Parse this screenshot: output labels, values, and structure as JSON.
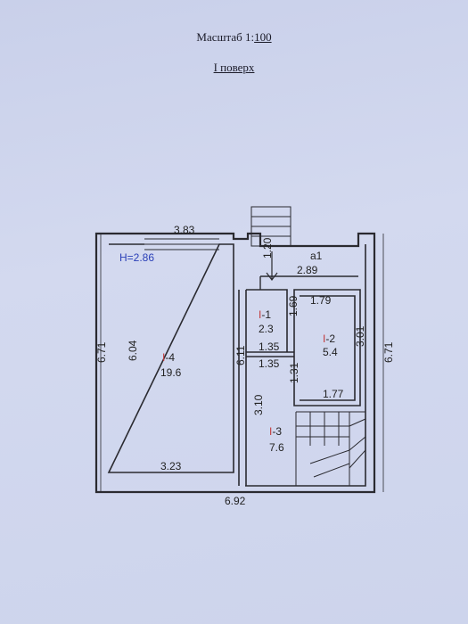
{
  "header": {
    "scale_prefix": "Масштаб 1:",
    "scale_value": "100",
    "floor_label": "I поверх"
  },
  "plan": {
    "height_label": "H=2.86",
    "dims": {
      "top_width": "3.83",
      "bottom_width": "6.92",
      "left_outer": "6.71",
      "right_outer": "6.71",
      "left_inner": "6.04",
      "room4_bottom": "3.23",
      "partition": "6.11",
      "porch_depth": "1.20",
      "porch_width": "2.89",
      "room1_height": "1.69",
      "room1_w_top": "1.35",
      "room1_w_bottom": "1.35",
      "room2_top": "1.79",
      "room2_bottom": "1.77",
      "room2_height": "3.01",
      "room3_height": "3.10",
      "corridor": "1.31"
    },
    "rooms": [
      {
        "prefix": "I",
        "num": "-4",
        "area": "19.6"
      },
      {
        "prefix": "I",
        "num": "-1",
        "area": "2.3"
      },
      {
        "prefix": "I",
        "num": "-2",
        "area": "5.4"
      },
      {
        "prefix": "I",
        "num": "-3",
        "area": "7.6"
      }
    ],
    "porch_label": "a1"
  }
}
